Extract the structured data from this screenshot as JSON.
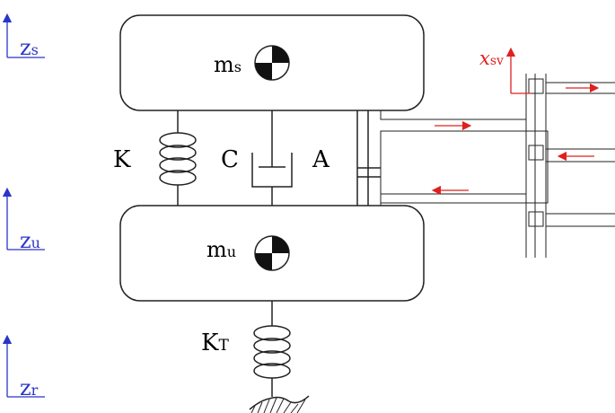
{
  "coordinates": {
    "sprung": {
      "main": "z",
      "sub": "s"
    },
    "unsprung": {
      "main": "z",
      "sub": "u"
    },
    "road": {
      "main": "z",
      "sub": "r"
    }
  },
  "masses": {
    "sprung": {
      "main": "m",
      "sub": "s"
    },
    "unsprung": {
      "main": "m",
      "sub": "u"
    }
  },
  "elements": {
    "spring": "K",
    "damper": "C",
    "actuator": "A",
    "tire": {
      "main": "K",
      "sub": "T"
    }
  },
  "valve": {
    "main": "x",
    "sub": "sv"
  },
  "colors": {
    "coordinate_axes": "#2a35c8",
    "valve_flow": "#e0201e",
    "lines": "#222222"
  }
}
